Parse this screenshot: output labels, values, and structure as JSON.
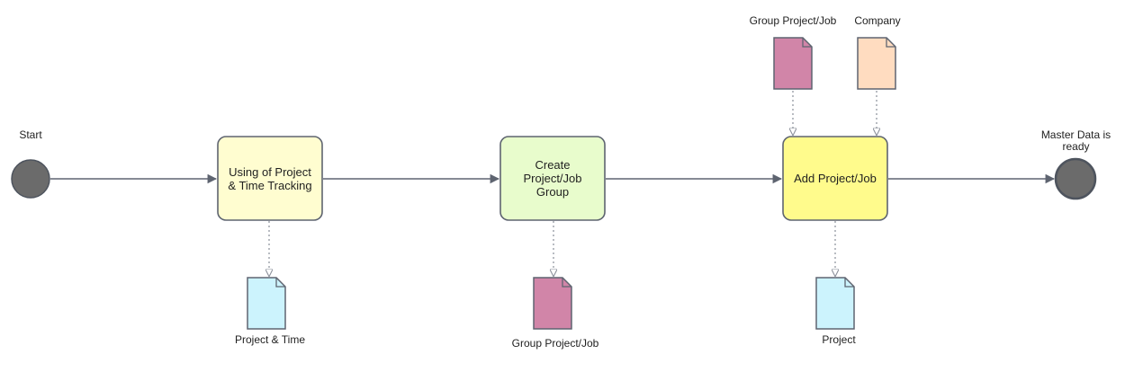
{
  "events": {
    "start": {
      "label": "Start"
    },
    "end": {
      "label": "Master Data is ready"
    }
  },
  "tasks": [
    {
      "label": "Using of Project & Time Tracking",
      "fill": "#fffdd0"
    },
    {
      "label": "Create Project/Job Group",
      "fill": "#e8fccc"
    },
    {
      "label": "Add Project/Job",
      "fill": "#fffb8c"
    }
  ],
  "documents": {
    "project_time": {
      "label": "Project & Time",
      "fill": "#ccf3fd"
    },
    "group_output": {
      "label": "Group Project/Job",
      "fill": "#d185a8"
    },
    "group_input": {
      "label": "Group Project/Job",
      "fill": "#d185a8"
    },
    "company_input": {
      "label": "Company",
      "fill": "#ffdcc0"
    },
    "project_output": {
      "label": "Project",
      "fill": "#ccf3fd"
    }
  },
  "colors": {
    "event_fill": "#6b6b6b",
    "stroke": "#5e6470",
    "connector": "#8a8f99"
  }
}
